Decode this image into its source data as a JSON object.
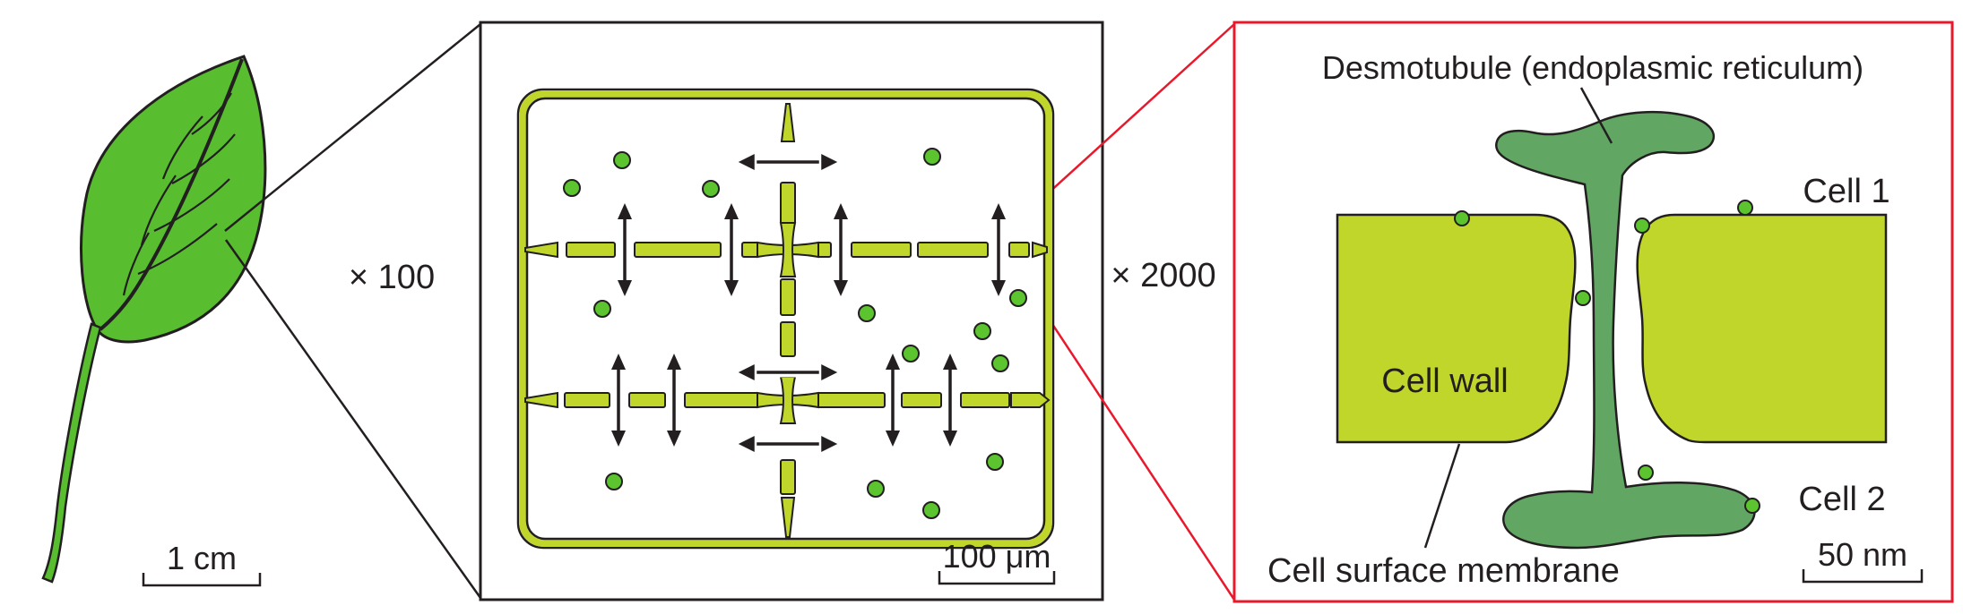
{
  "colors": {
    "leaf": "#58bd2f",
    "wall": "#c1d62b",
    "desmotubule": "#61a763",
    "dot": "#5bc42f",
    "outline": "#231f20",
    "zoomred": "#e8192c",
    "bg": "#ffffff"
  },
  "leaf_panel": {
    "scale_bar": "1 cm"
  },
  "cells_panel": {
    "magnification": "× 100",
    "scale_bar": "100 μm"
  },
  "plasmodesma_panel": {
    "magnification": "× 2000",
    "title": "Desmotubule (endoplasmic reticulum)",
    "cell_1": "Cell 1",
    "cell_2": "Cell 2",
    "cell_wall": "Cell wall",
    "cell_surface_membrane": "Cell surface membrane",
    "scale_bar": "50 nm"
  }
}
